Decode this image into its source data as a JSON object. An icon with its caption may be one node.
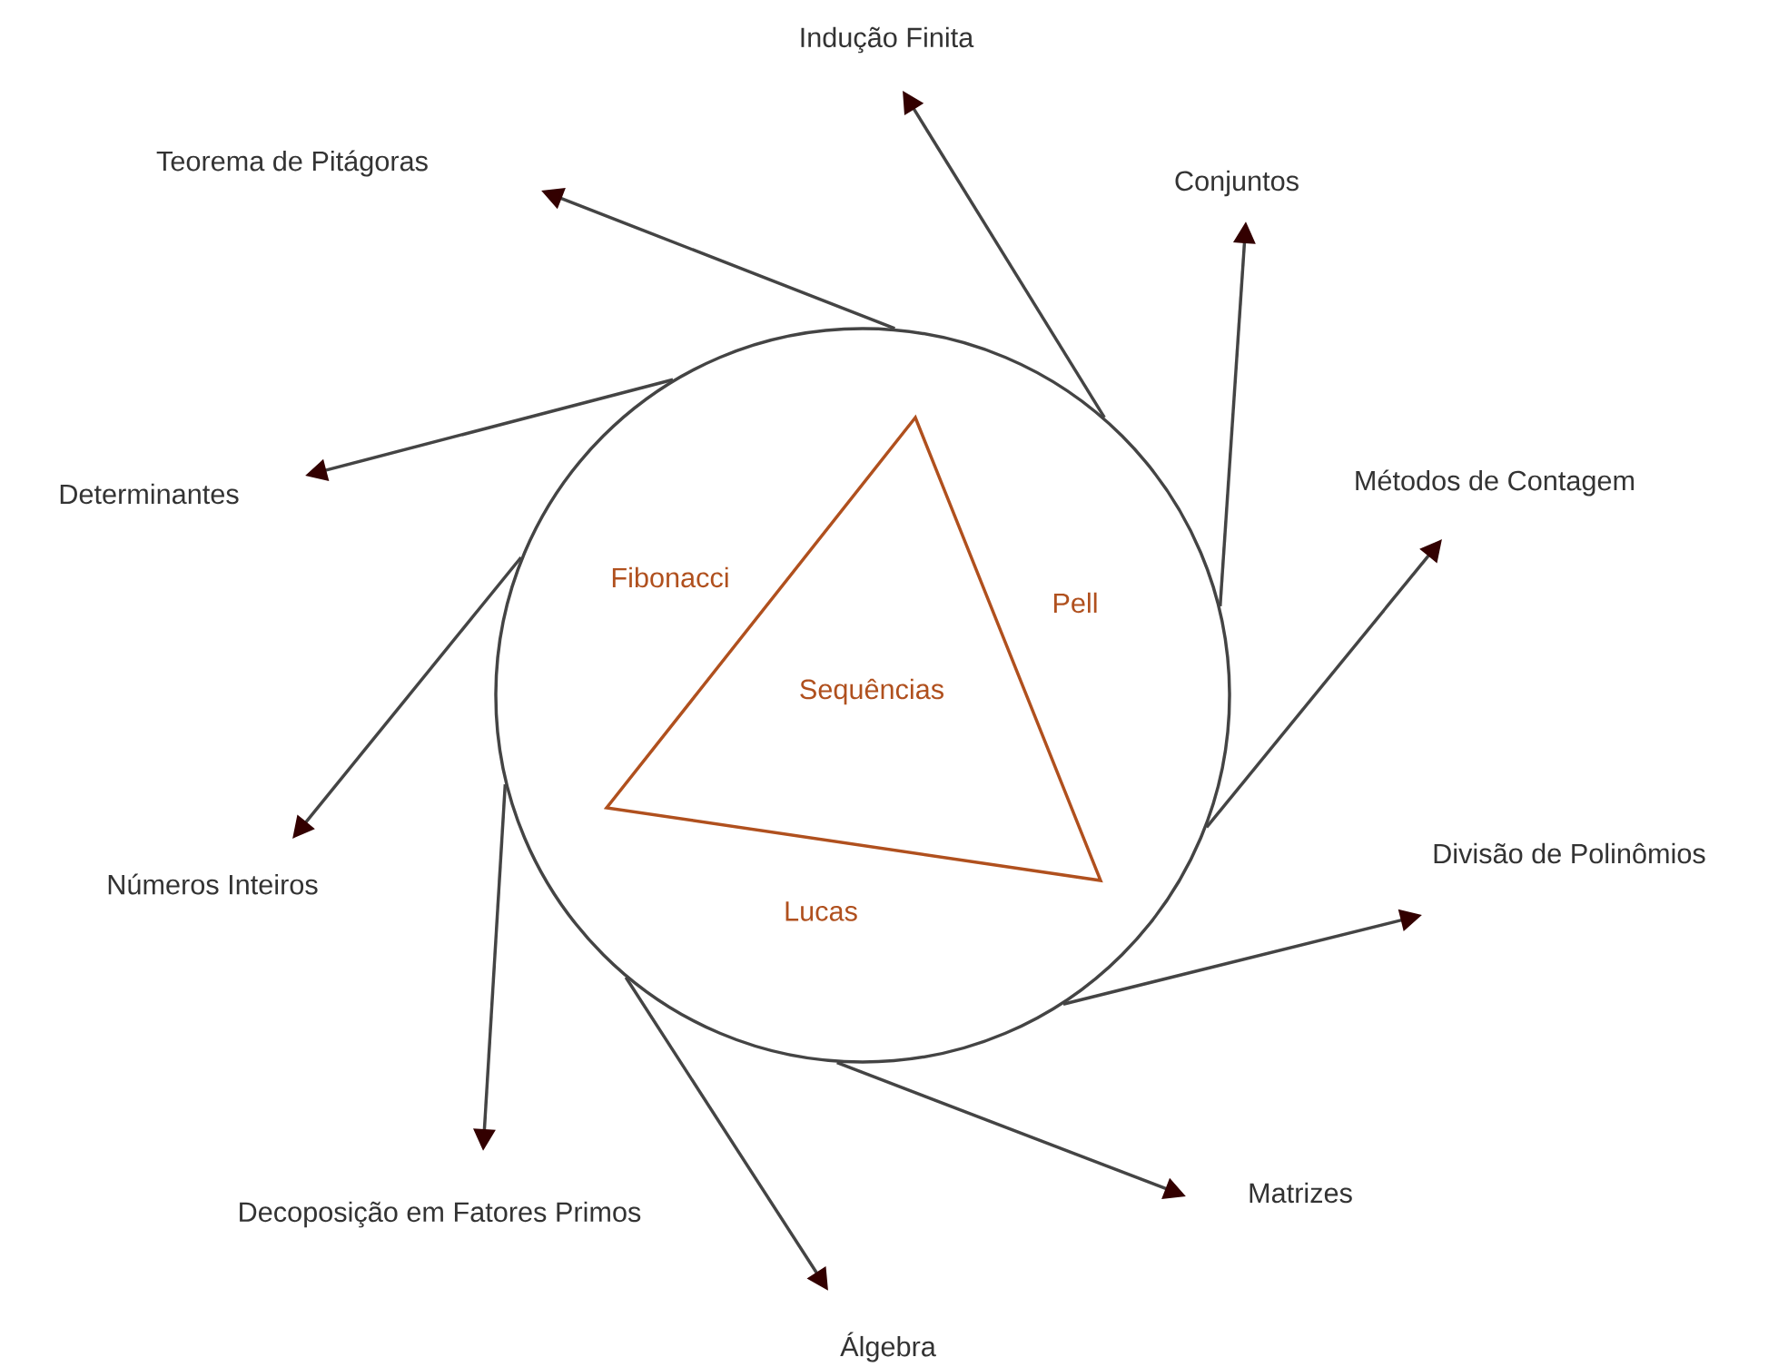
{
  "diagram": {
    "nodes": [
      {
        "text": [],
        "shape": "circle"
      },
      {
        "text": [
          "Sequências"
        ],
        "in": 0,
        "beside": [
          "Fibonacci",
          "Pell",
          "Lucas"
        ]
      },
      {
        "text": [
          "Indução Finita"
        ]
      },
      {
        "text": [
          "Teorema de Pitágoras"
        ]
      },
      {
        "text": [
          "Conjuntos"
        ]
      },
      {
        "text": [
          "Métodos de Contagem"
        ]
      },
      {
        "text": [
          "Determinantes"
        ]
      },
      {
        "text": [
          "Divisão de Polinômios"
        ]
      },
      {
        "text": [
          "Números Inteiros"
        ]
      },
      {
        "text": [
          "Matrizes"
        ]
      },
      {
        "text": [
          "Decoposição em Fatores Primos"
        ]
      },
      {
        "text": [
          "Álgebra"
        ]
      }
    ],
    "edges": [
      {
        "from": 0,
        "to": 2,
        "arrow": "to"
      },
      {
        "from": 0,
        "to": 3,
        "arrow": "to"
      },
      {
        "from": 0,
        "to": 4,
        "arrow": "to"
      },
      {
        "from": 0,
        "to": 5,
        "arrow": "to"
      },
      {
        "from": 0,
        "to": 6,
        "arrow": "to"
      },
      {
        "from": 0,
        "to": 7,
        "arrow": "to"
      },
      {
        "from": 0,
        "to": 8,
        "arrow": "to"
      },
      {
        "from": 0,
        "to": 9,
        "arrow": "to"
      },
      {
        "from": 0,
        "to": 10,
        "arrow": "to"
      },
      {
        "from": 0,
        "to": 11,
        "arrow": "to"
      }
    ]
  }
}
